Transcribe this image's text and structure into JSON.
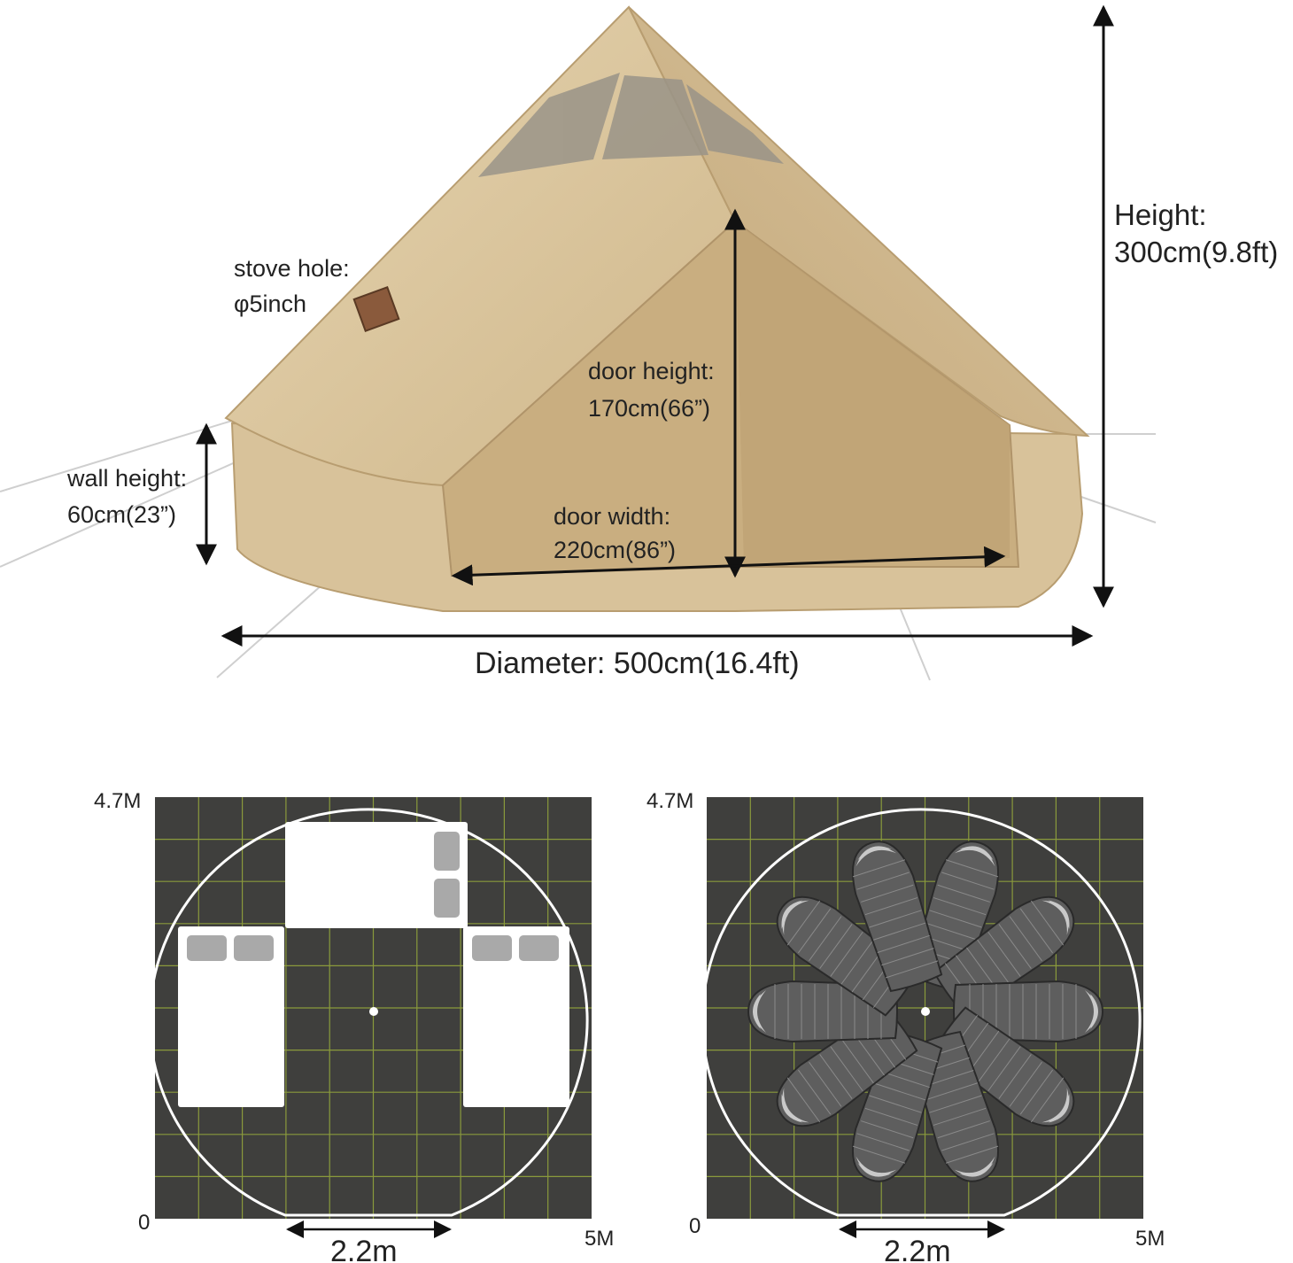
{
  "tent_dimensions": {
    "stove_hole": {
      "label": "stove hole:",
      "value": "φ5inch"
    },
    "door_height": {
      "label": "door height:",
      "value": "170cm(66”)"
    },
    "wall_height": {
      "label": "wall height:",
      "value": "60cm(23”)"
    },
    "door_width": {
      "label": "door width:",
      "value": "220cm(86”)"
    },
    "height": {
      "label": "Height:",
      "value": "300cm(9.8ft)"
    },
    "diameter": "Diameter: 500cm(16.4ft)"
  },
  "floor_plans": [
    {
      "layout": "beds",
      "y_max_label": "4.7M",
      "origin_label": "0",
      "x_max_label": "5M",
      "door_width_label": "2.2m",
      "grid_color": "#8a9a3c",
      "floor_color": "#3f3f3d",
      "beds": 3,
      "pillows": 6
    },
    {
      "layout": "sleeping-bags",
      "y_max_label": "4.7M",
      "origin_label": "0",
      "x_max_label": "5M",
      "door_width_label": "2.2m",
      "grid_color": "#8a9a3c",
      "floor_color": "#3f3f3d",
      "sleeping_bags": 10
    }
  ],
  "colors": {
    "canvas": "#dcc7a0",
    "canvas_shadow": "#c6ad82",
    "window": "#9a9488"
  }
}
